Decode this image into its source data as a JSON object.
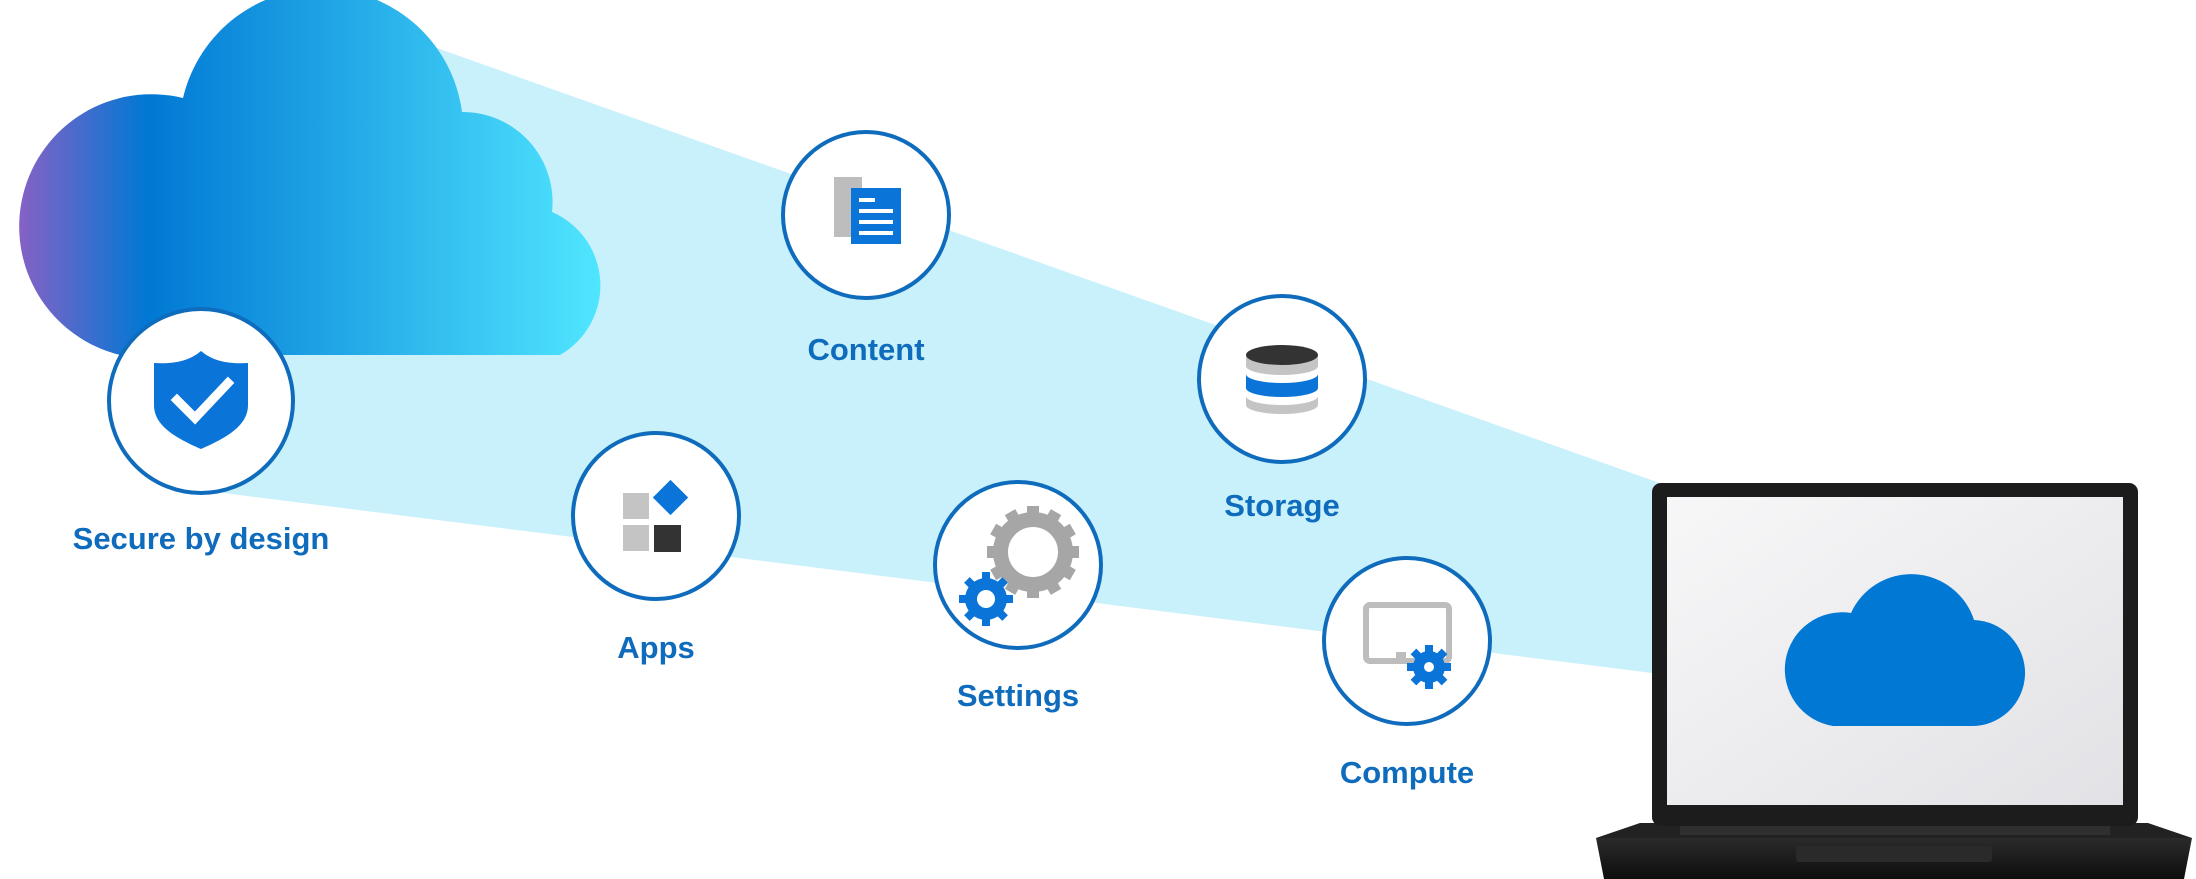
{
  "diagram": {
    "nodes": [
      {
        "id": "secure",
        "label": "Secure by design",
        "icon": "shield-check-icon"
      },
      {
        "id": "content",
        "label": "Content",
        "icon": "document-icon"
      },
      {
        "id": "apps",
        "label": "Apps",
        "icon": "apps-grid-icon"
      },
      {
        "id": "settings",
        "label": "Settings",
        "icon": "gears-icon"
      },
      {
        "id": "storage",
        "label": "Storage",
        "icon": "database-icon"
      },
      {
        "id": "compute",
        "label": "Compute",
        "icon": "monitor-gear-icon"
      }
    ],
    "colors": {
      "brand_blue": "#0f6cbd",
      "icon_blue": "#0a74d8",
      "beam": "#c9f1fb",
      "cloud_gradient": [
        "#8661c5",
        "#0078d4",
        "#50e6ff"
      ],
      "icon_gray": "#bdbdbd",
      "icon_dark": "#333333",
      "laptop_body": "#1b1b1b",
      "screen": "#ebebee"
    }
  }
}
